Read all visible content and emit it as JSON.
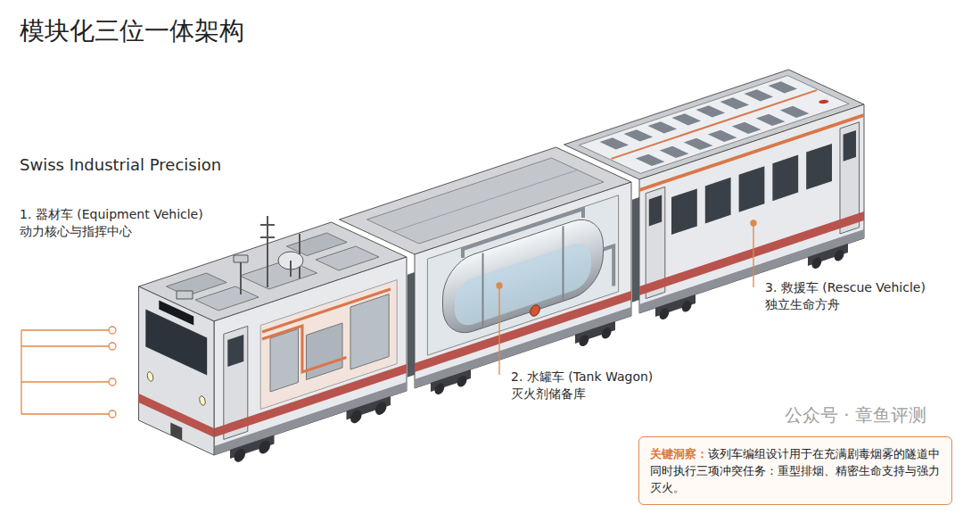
{
  "diagram": {
    "title": "模块化三位一体架构",
    "nodes": [
      {
        "text": [
          "关键洞察：",
          "该列车编组设计用于在充满剧毒烟雾的隧道中同时执行三项冲突任务：重型排烟、精密生命支持与强力灭火。"
        ]
      }
    ],
    "labels": [
      "Swiss Industrial Precision",
      "1. 器材车 (Equipment Vehicle)",
      "动力核心与指挥中心",
      "2. 水罐车 (Tank Wagon)",
      "灭火剂储备库",
      "3. 救援车 (Rescue Vehicle)",
      "独立生命方舟",
      "公众号 · 章鱼评测"
    ]
  }
}
